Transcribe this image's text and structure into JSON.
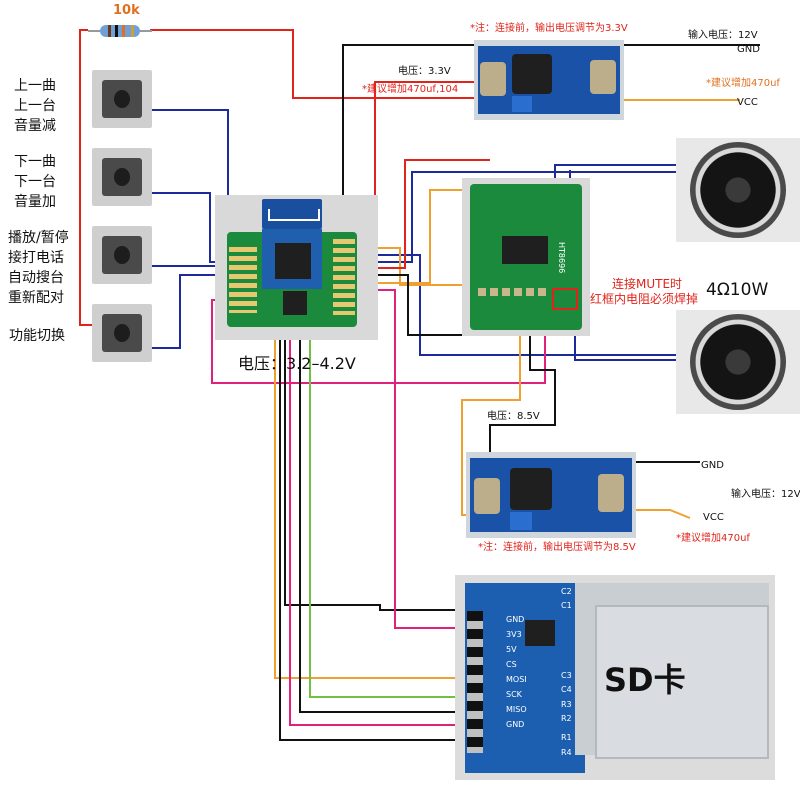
{
  "resistor_label": "10k",
  "buttons": [
    {
      "lines": [
        "上一曲",
        "上一台",
        "音量减"
      ]
    },
    {
      "lines": [
        "下一曲",
        "下一台",
        "音量加"
      ]
    },
    {
      "lines": [
        "播放/暂停",
        "接打电话",
        "自动搜台",
        "重新配对"
      ]
    },
    {
      "lines": [
        "功能切换"
      ]
    }
  ],
  "bt_module": {
    "voltage_label": "电压：3.2–4.2V"
  },
  "top_converter": {
    "note": "*注：连接前，输出电压调节为3.3V",
    "input_label": "输入电压：12V",
    "gnd": "GND",
    "vcc": "VCC",
    "cap_note": "*建议增加470uf",
    "out_voltage": "电压：3.3V",
    "out_cap_note": "*建议增加470uf,104"
  },
  "amp": {
    "chip_label": "HT8696",
    "mute_note_line1": "连接MUTE时",
    "mute_note_line2": "红框内电阻必须焊掉"
  },
  "speakers": {
    "spec": "4Ω10W"
  },
  "bottom_converter": {
    "out_voltage": "电压：8.5V",
    "gnd": "GND",
    "input_label": "输入电压：12V",
    "vcc": "VCC",
    "cap_note": "*建议增加470uf",
    "note": "*注：连接前，输出电压调节为8.5V"
  },
  "sd_module": {
    "title": "SD卡",
    "pins": [
      "GND",
      "3V3",
      "5V",
      "CS",
      "MOSI",
      "SCK",
      "MISO",
      "GND"
    ],
    "parts": [
      "C2",
      "C1",
      "C3",
      "C4",
      "R3",
      "R2",
      "R1",
      "R4"
    ]
  },
  "colors": {
    "wire_red": "#e0241b",
    "wire_blue": "#1c2a9c",
    "wire_black": "#111111",
    "wire_orange": "#f0a030",
    "wire_magenta": "#e0207a",
    "wire_green": "#6fc044",
    "pcb_green": "#1c8a3c",
    "sd_blue": "#1c5fb0"
  }
}
